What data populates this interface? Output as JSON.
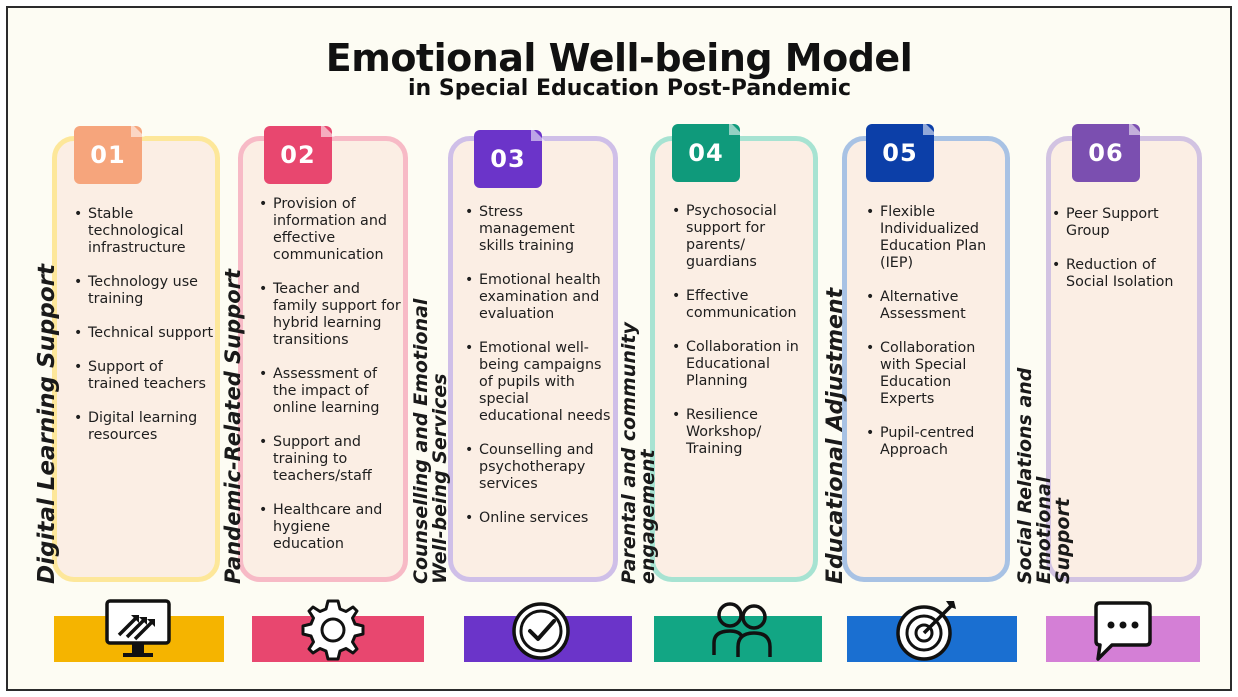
{
  "title": "Emotional Well-being Model",
  "subtitle": "in Special Education Post-Pandemic",
  "colors": {
    "card_fill": "#fbeee4",
    "c1_border": "#fde79a",
    "c1_badge": "#f6a57c",
    "c1_bar": "#f5b400",
    "c2_border": "#f7bac6",
    "c2_badge": "#e8476f",
    "c2_bar": "#e8476f",
    "c3_border": "#cfbfe8",
    "c3_badge": "#6b34c9",
    "c3_bar": "#6b34c9",
    "c4_border": "#a7e3d2",
    "c4_badge": "#0f9a7b",
    "c4_bar": "#12a684",
    "c5_border": "#a8c2e4",
    "c5_badge": "#0c3fa8",
    "c5_bar": "#1a6fd1",
    "c6_border": "#d2c3e2",
    "c6_badge": "#7b4fb0",
    "c6_bar": "#d47fd6"
  },
  "columns": [
    {
      "number": "01",
      "heading": "Digital Learning Support",
      "icon": "computer-growth-icon",
      "items": [
        "Stable technological infrastructure",
        "Technology use training",
        "Technical support",
        "Support of trained teachers",
        "Digital learning resources"
      ]
    },
    {
      "number": "02",
      "heading": "Pandemic-Related Support",
      "icon": "gear-icon",
      "items": [
        "Provision of information and effective communication",
        "Teacher and family support for hybrid learning transitions",
        "Assessment of the impact of online learning",
        "Support and training to teachers/staff",
        "Healthcare and hygiene education"
      ]
    },
    {
      "number": "03",
      "heading": "Counselling and Emotional\nWell-being Services",
      "icon": "check-circle-icon",
      "items": [
        "Stress management skills training",
        "Emotional health examination and evaluation",
        "Emotional well-being campaigns of pupils with special educational needs",
        "Counselling and psychotherapy services",
        "Online services"
      ]
    },
    {
      "number": "04",
      "heading": "Parental and community\nengagement",
      "icon": "users-icon",
      "items": [
        "Psychosocial support for parents/ guardians",
        "Effective communication",
        "Collaboration in Educational Planning",
        "Resilience Workshop/ Training"
      ]
    },
    {
      "number": "05",
      "heading": "Educational Adjustment",
      "icon": "target-icon",
      "items": [
        "Flexible Individualized Education Plan (IEP)",
        "Alternative Assessment",
        "Collaboration with Special Education Experts",
        "Pupil-centred Approach"
      ]
    },
    {
      "number": "06",
      "heading": "Social Relations and Emotional\nSupport",
      "icon": "chat-bubble-icon",
      "items": [
        "Peer Support Group",
        "Reduction of Social Isolation"
      ]
    }
  ]
}
